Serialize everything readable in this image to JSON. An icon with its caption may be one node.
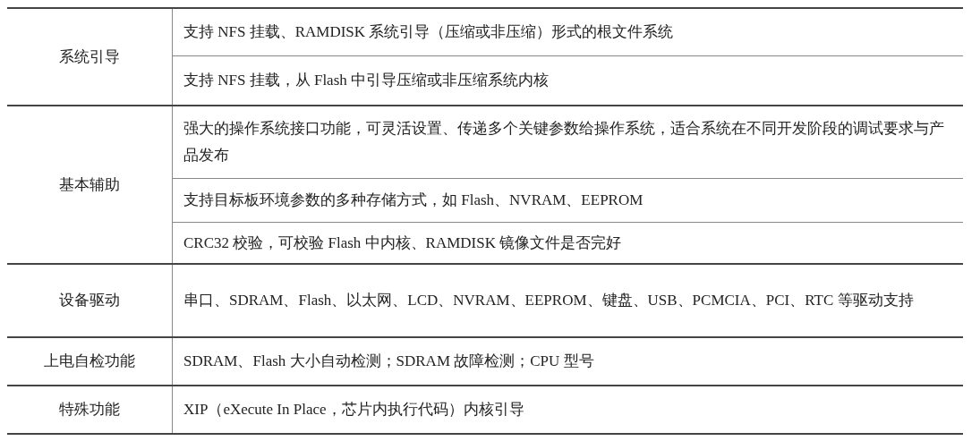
{
  "diagram": {
    "labels": [
      "系统引导",
      "支持 NFS 挂载、RAMDISK 系统引导（压缩或非压缩）形式的根文件系统",
      "支持 NFS 挂载，从 Flash 中引导压缩或非压缩系统内核",
      "基本辅助",
      "强大的操作系统接口功能，可灵活设置、传递多个关键参数给操作系统，适合系统在不同开发阶段的调试要求与产品发布",
      "支持目标板环境参数的多种存储方式，如 Flash、NVRAM、EEPROM",
      "CRC32 校验，可校验 Flash 中内核、RAMDISK 镜像文件是否完好",
      "设备驱动",
      "串口、SDRAM、Flash、以太网、LCD、NVRAM、EEPROM、键盘、USB、PCMCIA、PCI、RTC 等驱动支持",
      "上电自检功能",
      "SDRAM、Flash 大小自动检测；SDRAM 故障检测；CPU 型号",
      "特殊功能",
      "XIP（eXecute In Place，芯片内执行代码）内核引导"
    ]
  }
}
